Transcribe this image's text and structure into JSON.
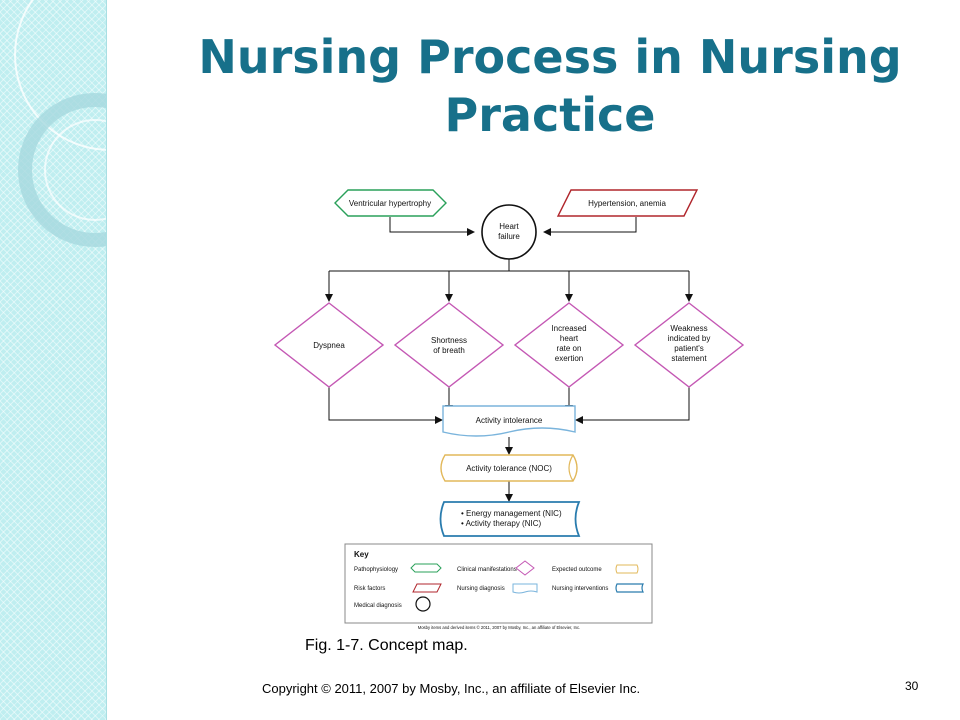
{
  "slide": {
    "title_line1": "Nursing Process in Nursing",
    "title_line2": "Practice",
    "caption": "Fig. 1-7. Concept map.",
    "copyright": "Copyright © 2011, 2007 by Mosby, Inc., an affiliate of Elsevier Inc.",
    "page_number": "30"
  },
  "diagram": {
    "pathophysiology": "Ventricular hypertrophy",
    "risk_factors": "Hypertension, anemia",
    "medical_diagnosis": [
      "Heart",
      "failure"
    ],
    "manifestations": [
      [
        "Dyspnea"
      ],
      [
        "Shortness",
        "of breath"
      ],
      [
        "Increased",
        "heart",
        "rate on",
        "exertion"
      ],
      [
        "Weakness",
        "indicated by",
        "patient's",
        "statement"
      ]
    ],
    "nursing_diagnosis": "Activity intolerance",
    "expected_outcome": "Activity tolerance (NOC)",
    "interventions": [
      "• Energy management (NIC)",
      "• Activity therapy (NIC)"
    ],
    "key": {
      "title": "Key",
      "pathophysiology": "Pathophysiology",
      "risk_factors": "Risk factors",
      "medical_diagnosis": "Medical diagnosis",
      "clinical_manifestations": "Clinical manifestations",
      "nursing_diagnosis": "Nursing diagnosis",
      "expected_outcome": "Expected outcome",
      "nursing_interventions": "Nursing interventions"
    },
    "credit": "Mosby items and derived items © 2011, 2007 by Mosby, Inc., an affiliate of Elsevier, Inc."
  },
  "colors": {
    "title": "#17708a",
    "pathophysiology": "#2aa05a",
    "risk_factors": "#b0262c",
    "manifestations": "#c458b4",
    "nursing_diagnosis": "#7ab4dc",
    "expected_outcome": "#e2b85a",
    "interventions": "#2a7cae"
  }
}
